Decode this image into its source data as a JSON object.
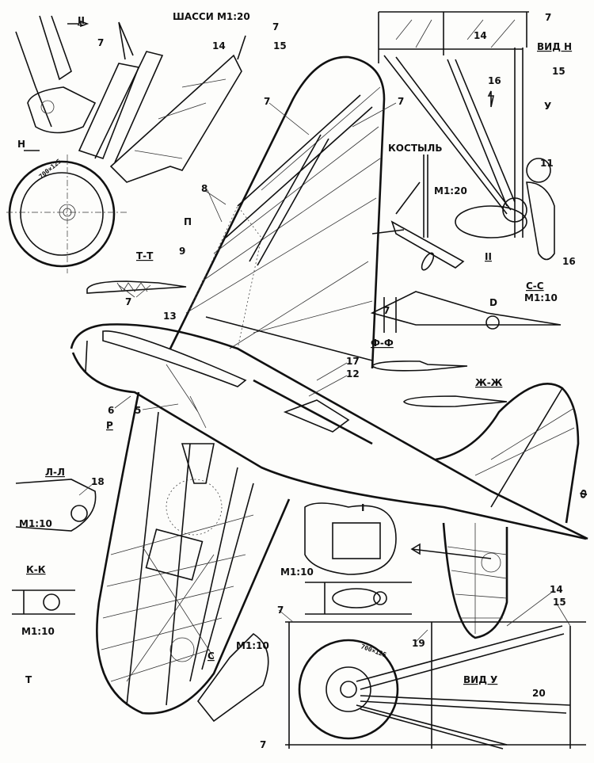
{
  "drawing": {
    "title": "ШАССИ М1:20",
    "labels": {
      "view_ii_top": "II",
      "n_arrow": "Н",
      "p7_a": "7",
      "p7_b": "7",
      "p14_a": "14",
      "p15_a": "15",
      "p8": "8",
      "p_cut": "П",
      "wing7_a": "7",
      "wing7_b": "7",
      "truss7": "7",
      "truss14": "14",
      "view_n": "ВИД Н",
      "truss15": "15",
      "truss16_a": "16",
      "arrow_u": "У",
      "tailskid": "КОСТЫЛЬ",
      "tailskid_scale": "М1:20",
      "p11": "11",
      "view_ii_right": "II",
      "truss16_b": "16",
      "sec_tt": "Т-Т",
      "p9": "9",
      "tt7": "7",
      "sec_cc": "С-С",
      "cc_scale": "М1:10",
      "cc7": "7",
      "cc_d": "D",
      "p13": "13",
      "sec_ff": "Ф-Ф",
      "sec_zhzh": "Ж-Ж",
      "p17": "17",
      "p12": "12",
      "p6": "6",
      "p5": "5",
      "p_r": "Р",
      "sec_ll": "Л-Л",
      "p18": "18",
      "ll_scale": "М1:10",
      "sec_kk": "К-К",
      "kk_scale": "М1:10",
      "f_cut": "Ф",
      "detail_i": "I",
      "detail_scale": "М1:10",
      "c_detail_scale": "М1:10",
      "c_cut": "С",
      "t_cut": "Т",
      "frame7_a": "7",
      "frame7_b": "7",
      "vu14": "14",
      "vu15": "15",
      "p19": "19",
      "view_u": "ВИД У",
      "p20": "20"
    },
    "tire_marking_top": "700×125",
    "tire_marking_bottom": "700×125"
  }
}
